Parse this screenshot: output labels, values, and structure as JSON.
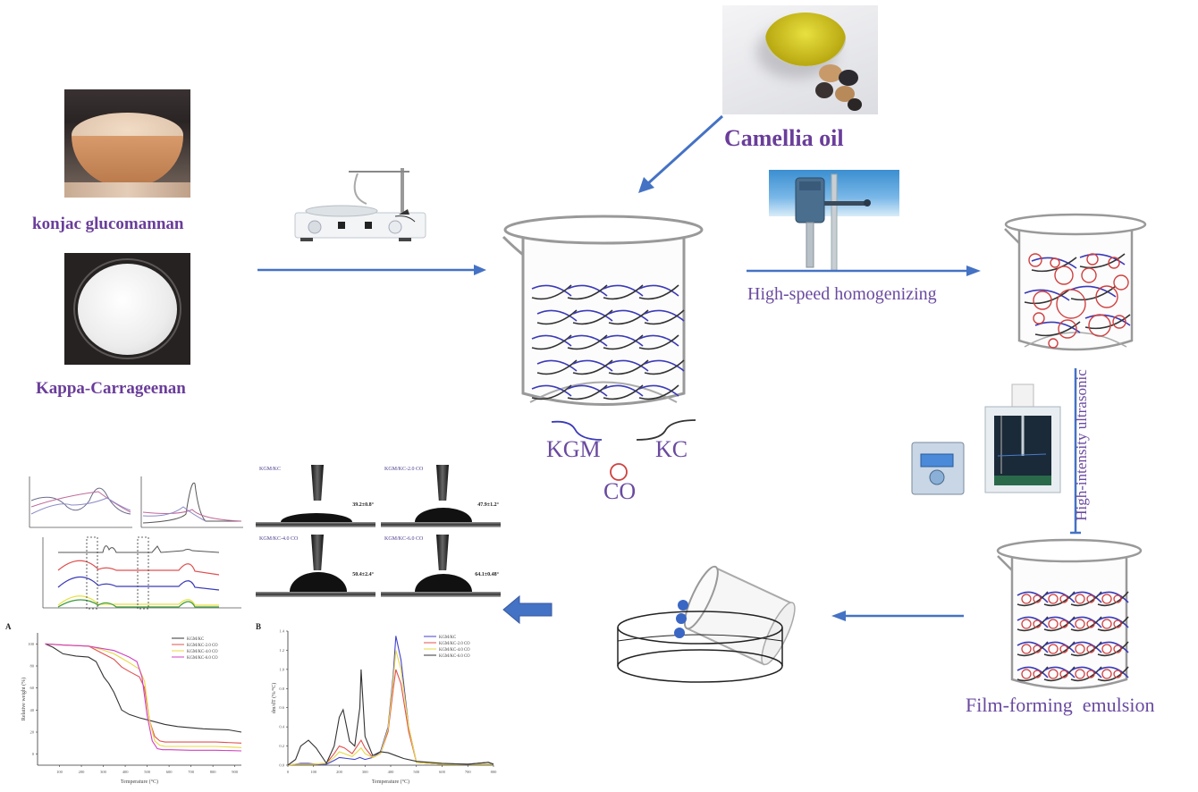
{
  "materials": {
    "konjac": {
      "label": "konjac glucomannan"
    },
    "kappa": {
      "label": "Kappa-Carrageenan"
    },
    "camellia": {
      "label": "Camellia oil"
    }
  },
  "steps": {
    "homogenizing": "High-speed homogenizing",
    "ultrasonic": "High-intensity ultrasonic",
    "emulsion": "Film-forming  emulsion"
  },
  "legend": {
    "kgm": "KGM",
    "kc": "KC",
    "co": "CO"
  },
  "colors": {
    "label_purple": "#6a3d9a",
    "arrow_blue": "#4472c4",
    "kgm_blue": "#3a3ab8",
    "kc_black": "#333333",
    "co_red": "#d04040",
    "drop_blue": "#3a66c4"
  },
  "contact_angle": {
    "panels": [
      {
        "sample": "KGM/KC",
        "angle": "39.2±0.8°"
      },
      {
        "sample": "KGM/KC-2.0 CO",
        "angle": "47.9±1.2°"
      },
      {
        "sample": "KGM/KC-4.0 CO",
        "angle": "50.4±2.4°"
      },
      {
        "sample": "KGM/KC-6.0 CO",
        "angle": "64.1±0.48°"
      }
    ]
  },
  "chart_data": [
    {
      "type": "line",
      "title": "A",
      "xlabel": "Temperature (°C)",
      "ylabel": "Relative weight (%)",
      "xlim": [
        0,
        800
      ],
      "ylim": [
        -10,
        110
      ],
      "xticks": [
        "100",
        "200",
        "300",
        "400",
        "500",
        "600",
        "700",
        "800",
        "900"
      ],
      "yticks": [
        "0",
        "20",
        "40",
        "60",
        "80",
        "100"
      ],
      "legend_position": "top-right",
      "series": [
        {
          "name": "KGM/KC",
          "color": "#333333",
          "x": [
            30,
            60,
            100,
            150,
            200,
            230,
            260,
            280,
            300,
            330,
            360,
            400,
            450,
            500,
            550,
            600,
            650,
            700,
            750,
            800
          ],
          "y": [
            100,
            97,
            91,
            89,
            88,
            84,
            70,
            64,
            56,
            40,
            36,
            33,
            30,
            27,
            25,
            24,
            23,
            22.5,
            22,
            20
          ]
        },
        {
          "name": "KGM/KC-2.0 CO",
          "color": "#e05050",
          "x": [
            30,
            100,
            200,
            250,
            300,
            330,
            360,
            400,
            420,
            440,
            460,
            480,
            500,
            550,
            600,
            700,
            800
          ],
          "y": [
            100,
            99,
            98,
            92,
            86,
            79,
            75,
            70,
            60,
            30,
            16,
            12,
            11,
            11,
            11,
            11,
            10
          ]
        },
        {
          "name": "KGM/KC-4.0 CO",
          "color": "#e8d840",
          "x": [
            30,
            100,
            200,
            250,
            300,
            330,
            360,
            400,
            420,
            440,
            460,
            480,
            500,
            550,
            600,
            700,
            800
          ],
          "y": [
            100,
            99,
            98,
            95,
            91,
            87,
            83,
            77,
            66,
            30,
            12,
            8,
            7,
            7,
            7,
            7,
            6
          ]
        },
        {
          "name": "KGM/KC-6.0 CO",
          "color": "#d040c0",
          "x": [
            30,
            100,
            200,
            250,
            300,
            330,
            360,
            390,
            410,
            430,
            450,
            470,
            490,
            520,
            600,
            700,
            800
          ],
          "y": [
            100,
            99,
            98,
            96,
            94,
            91,
            88,
            84,
            70,
            35,
            12,
            5,
            4,
            4,
            3.5,
            3.5,
            3
          ]
        }
      ]
    },
    {
      "type": "line",
      "title": "B",
      "xlabel": "Temperature (°C)",
      "ylabel": "dm/dT (%/°C)",
      "xlim": [
        0,
        800
      ],
      "ylim": [
        0,
        1.4
      ],
      "xticks": [
        "0",
        "100",
        "200",
        "300",
        "400",
        "500",
        "600",
        "700",
        "800"
      ],
      "yticks": [
        "0.0",
        "0.2",
        "0.4",
        "0.6",
        "0.8",
        "1.0",
        "1.2",
        "1.4"
      ],
      "legend_position": "top-right",
      "series": [
        {
          "name": "KGM/KC",
          "color": "#4040d0",
          "x": [
            0,
            30,
            50,
            80,
            110,
            150,
            180,
            200,
            230,
            260,
            280,
            300,
            330,
            360,
            390,
            410,
            420,
            440,
            470,
            500,
            600,
            700,
            780,
            800
          ],
          "y": [
            0,
            0.01,
            0.02,
            0.02,
            0.01,
            0.01,
            0.05,
            0.08,
            0.07,
            0.06,
            0.08,
            0.06,
            0.08,
            0.14,
            0.4,
            0.95,
            1.35,
            1.1,
            0.4,
            0.03,
            0.01,
            0.01,
            0.03,
            0.01
          ]
        },
        {
          "name": "KGM/KC-2.0 CO",
          "color": "#e05050",
          "x": [
            0,
            30,
            100,
            150,
            180,
            200,
            220,
            250,
            270,
            285,
            300,
            330,
            360,
            390,
            410,
            420,
            440,
            470,
            500,
            600,
            700,
            800
          ],
          "y": [
            0,
            0.01,
            0.01,
            0.02,
            0.12,
            0.2,
            0.18,
            0.12,
            0.2,
            0.26,
            0.18,
            0.08,
            0.12,
            0.35,
            0.8,
            1.0,
            0.85,
            0.35,
            0.03,
            0.01,
            0.01,
            0.01
          ]
        },
        {
          "name": "KGM/KC-4.0 CO",
          "color": "#e8d840",
          "x": [
            0,
            30,
            100,
            150,
            180,
            200,
            220,
            250,
            270,
            285,
            300,
            330,
            360,
            390,
            410,
            420,
            440,
            470,
            500,
            600,
            700,
            800
          ],
          "y": [
            0,
            0.01,
            0.01,
            0.02,
            0.08,
            0.14,
            0.12,
            0.09,
            0.14,
            0.18,
            0.12,
            0.08,
            0.12,
            0.38,
            0.9,
            1.2,
            1.0,
            0.4,
            0.03,
            0.01,
            0.01,
            0.01
          ]
        },
        {
          "name": "KGM/KC-6.0 CO",
          "color": "#333333",
          "x": [
            0,
            30,
            50,
            80,
            110,
            150,
            180,
            200,
            215,
            240,
            260,
            280,
            285,
            300,
            330,
            360,
            390,
            420,
            450,
            500,
            600,
            700,
            780,
            800
          ],
          "y": [
            0,
            0.06,
            0.2,
            0.26,
            0.18,
            0.02,
            0.2,
            0.5,
            0.58,
            0.25,
            0.2,
            0.6,
            1.0,
            0.3,
            0.1,
            0.14,
            0.13,
            0.1,
            0.07,
            0.04,
            0.02,
            0.01,
            0.03,
            0.01
          ]
        }
      ]
    }
  ]
}
